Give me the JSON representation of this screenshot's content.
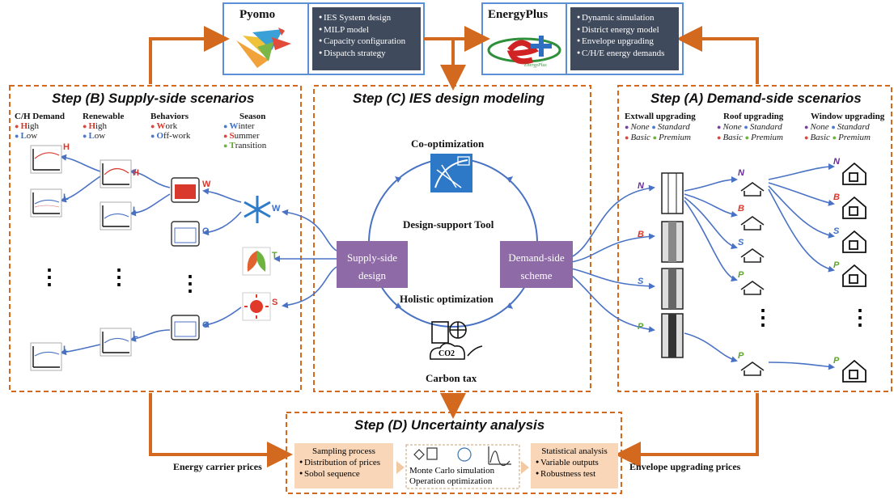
{
  "tools": {
    "pyomo": {
      "name": "Pyomo",
      "items": [
        "IES System design",
        "MILP model",
        "Capacity configuration",
        "Dispatch strategy"
      ]
    },
    "energyplus": {
      "name": "EnergyPlus",
      "logo_text": "EnergyPlus",
      "items": [
        "Dynamic simulation",
        "District energy model",
        "Envelope upgrading",
        "C/H/E energy demands"
      ]
    }
  },
  "step_b": {
    "title": "Step (B) Supply-side scenarios",
    "columns": [
      {
        "header": "C/H Demand",
        "options": [
          {
            "initial": "H",
            "rest": "igh"
          },
          {
            "initial": "L",
            "rest": "ow"
          }
        ]
      },
      {
        "header": "Renewable",
        "options": [
          {
            "initial": "H",
            "rest": "igh"
          },
          {
            "initial": "L",
            "rest": "ow"
          }
        ]
      },
      {
        "header": "Behaviors",
        "options": [
          {
            "initial": "W",
            "rest": "ork"
          },
          {
            "initial": "O",
            "rest": "ff-work"
          }
        ]
      },
      {
        "header": "Season",
        "options": [
          {
            "initial": "W",
            "rest": "inter"
          },
          {
            "initial": "S",
            "rest": "ummer"
          },
          {
            "initial": "T",
            "rest": "ransition"
          }
        ]
      }
    ],
    "letters": {
      "h": "H",
      "l": "L",
      "w": "W",
      "o": "O",
      "t": "T",
      "s": "S"
    },
    "ellipsis": "⋮"
  },
  "step_c": {
    "title": "Step (C) IES design modeling",
    "co_optimization": "Co-optimization",
    "design_tool": "Design-support Tool",
    "holistic": "Holistic optimization",
    "carbon_tax": "Carbon tax",
    "co2": "CO2",
    "supply_box": [
      "Supply-side",
      "design"
    ],
    "demand_box": [
      "Demand-side",
      "scheme"
    ]
  },
  "step_a": {
    "title": "Step (A) Demand-side scenarios",
    "columns": [
      {
        "header": "Extwall upgrading",
        "options": [
          "None",
          "Standard",
          "Basic",
          "Premium"
        ]
      },
      {
        "header": "Roof upgrading",
        "options": [
          "None",
          "Standard",
          "Basic",
          "Premium"
        ]
      },
      {
        "header": "Window upgrading",
        "options": [
          "None",
          "Standard",
          "Basic",
          "Premium"
        ]
      }
    ],
    "letters": {
      "n": "N",
      "b": "B",
      "s": "S",
      "p": "P"
    },
    "ellipsis": "⋮"
  },
  "step_d": {
    "title": "Step (D) Uncertainty analysis",
    "sampling": {
      "title": "Sampling process",
      "items": [
        "Distribution of prices",
        "Sobol sequence"
      ]
    },
    "middle": {
      "items": [
        "Monte Carlo simulation",
        "Operation optimization"
      ]
    },
    "stats": {
      "title": "Statistical analysis",
      "items": [
        "Variable outputs",
        "Robustness test"
      ]
    }
  },
  "prices": {
    "left": "Energy carrier prices",
    "right": "Envelope upgrading prices"
  },
  "colors": {
    "orange": "#d2691e",
    "blue": "#4a72c4",
    "purple": "#8e6aa6",
    "dark": "#3f4a5c",
    "peach": "#f9d6b8",
    "red": "#d9382c",
    "green": "#5fa62e"
  }
}
